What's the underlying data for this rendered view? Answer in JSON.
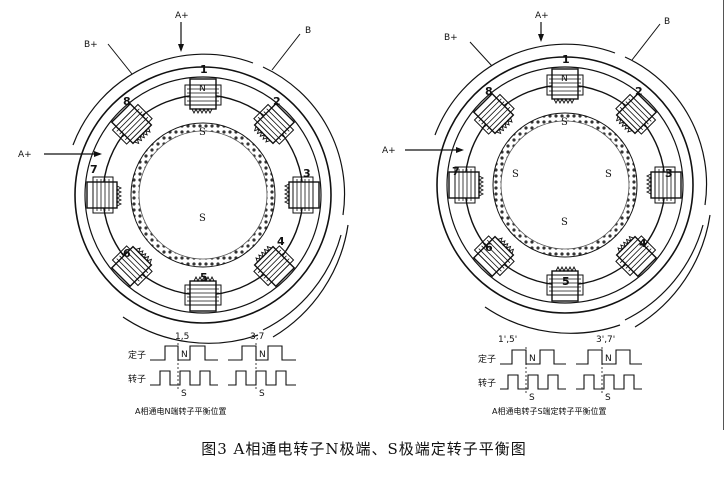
{
  "panels": [
    {
      "coil_labels": {
        "top": "A+",
        "left": "A+",
        "top_left": "B+",
        "top_right": "B"
      },
      "rotor_labels": {
        "upper": "S",
        "lower": "S"
      },
      "pole_numbers": [
        "1",
        "2",
        "3",
        "4",
        "5",
        "6",
        "7",
        "8"
      ],
      "stator_mark": "N",
      "waveform": {
        "left_header": "1,5",
        "right_header": "3,7",
        "row_top": "定子",
        "row_bottom": "转子",
        "left_mark_top": "N",
        "left_mark_bottom": "S",
        "right_mark_top": "N",
        "right_mark_bottom": "S",
        "footnote": "A相通电N端转子平衡位置"
      }
    },
    {
      "coil_labels": {
        "top": "A+",
        "left": "A+",
        "top_left": "B+",
        "top_right": "B"
      },
      "rotor_labels": {
        "upper": "S",
        "lower": "S",
        "left_inner": "S",
        "right_inner": "S"
      },
      "pole_numbers": [
        "1",
        "2",
        "3",
        "4",
        "5",
        "6",
        "7",
        "8"
      ],
      "stator_mark": "N",
      "waveform": {
        "left_header": "1',5'",
        "right_header": "3',7'",
        "row_top": "定子",
        "row_bottom": "转子",
        "left_mark_top": "N",
        "left_mark_bottom": "S",
        "right_mark_top": "N",
        "right_mark_bottom": "S",
        "footnote": "A相通电转子S端定转子平衡位置"
      }
    }
  ],
  "caption": "图3    A相通电转子N极端、S极端定转子平衡图"
}
